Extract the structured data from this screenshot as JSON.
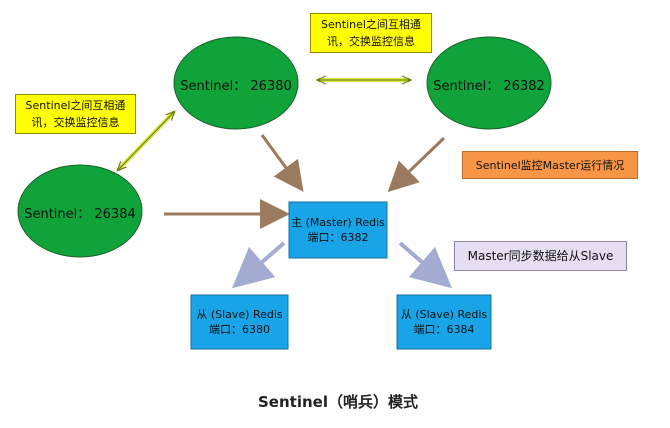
{
  "sentinels": {
    "s26380": "Sentinel： 26380",
    "s26382": "Sentinel： 26382",
    "s26384": "Sentinel： 26384"
  },
  "master": {
    "line1": "主 (Master) Redis",
    "line2": "端口：6382"
  },
  "slaves": {
    "left": {
      "line1": "从 (Slave) Redis",
      "line2": "端口：6380"
    },
    "right": {
      "line1": "从 (Slave) Redis",
      "line2": "端口：6384"
    }
  },
  "notes": {
    "top_line1": "Sentinel之间互相通",
    "top_line2": "讯，交换监控信息",
    "left_line1": "Sentinel之间互相通",
    "left_line2": "讯，交换监控信息",
    "monitor": "Sentinel监控Master运行情况",
    "sync": "Master同步数据给从Slave"
  },
  "caption": "Sentinel（哨兵）模式",
  "colors": {
    "sentinel_fill": "#10a33a",
    "redis_fill": "#1aa4e8",
    "note_yellow": "#ffff00",
    "note_orange": "#f79646",
    "note_purple": "#e4dff0"
  }
}
